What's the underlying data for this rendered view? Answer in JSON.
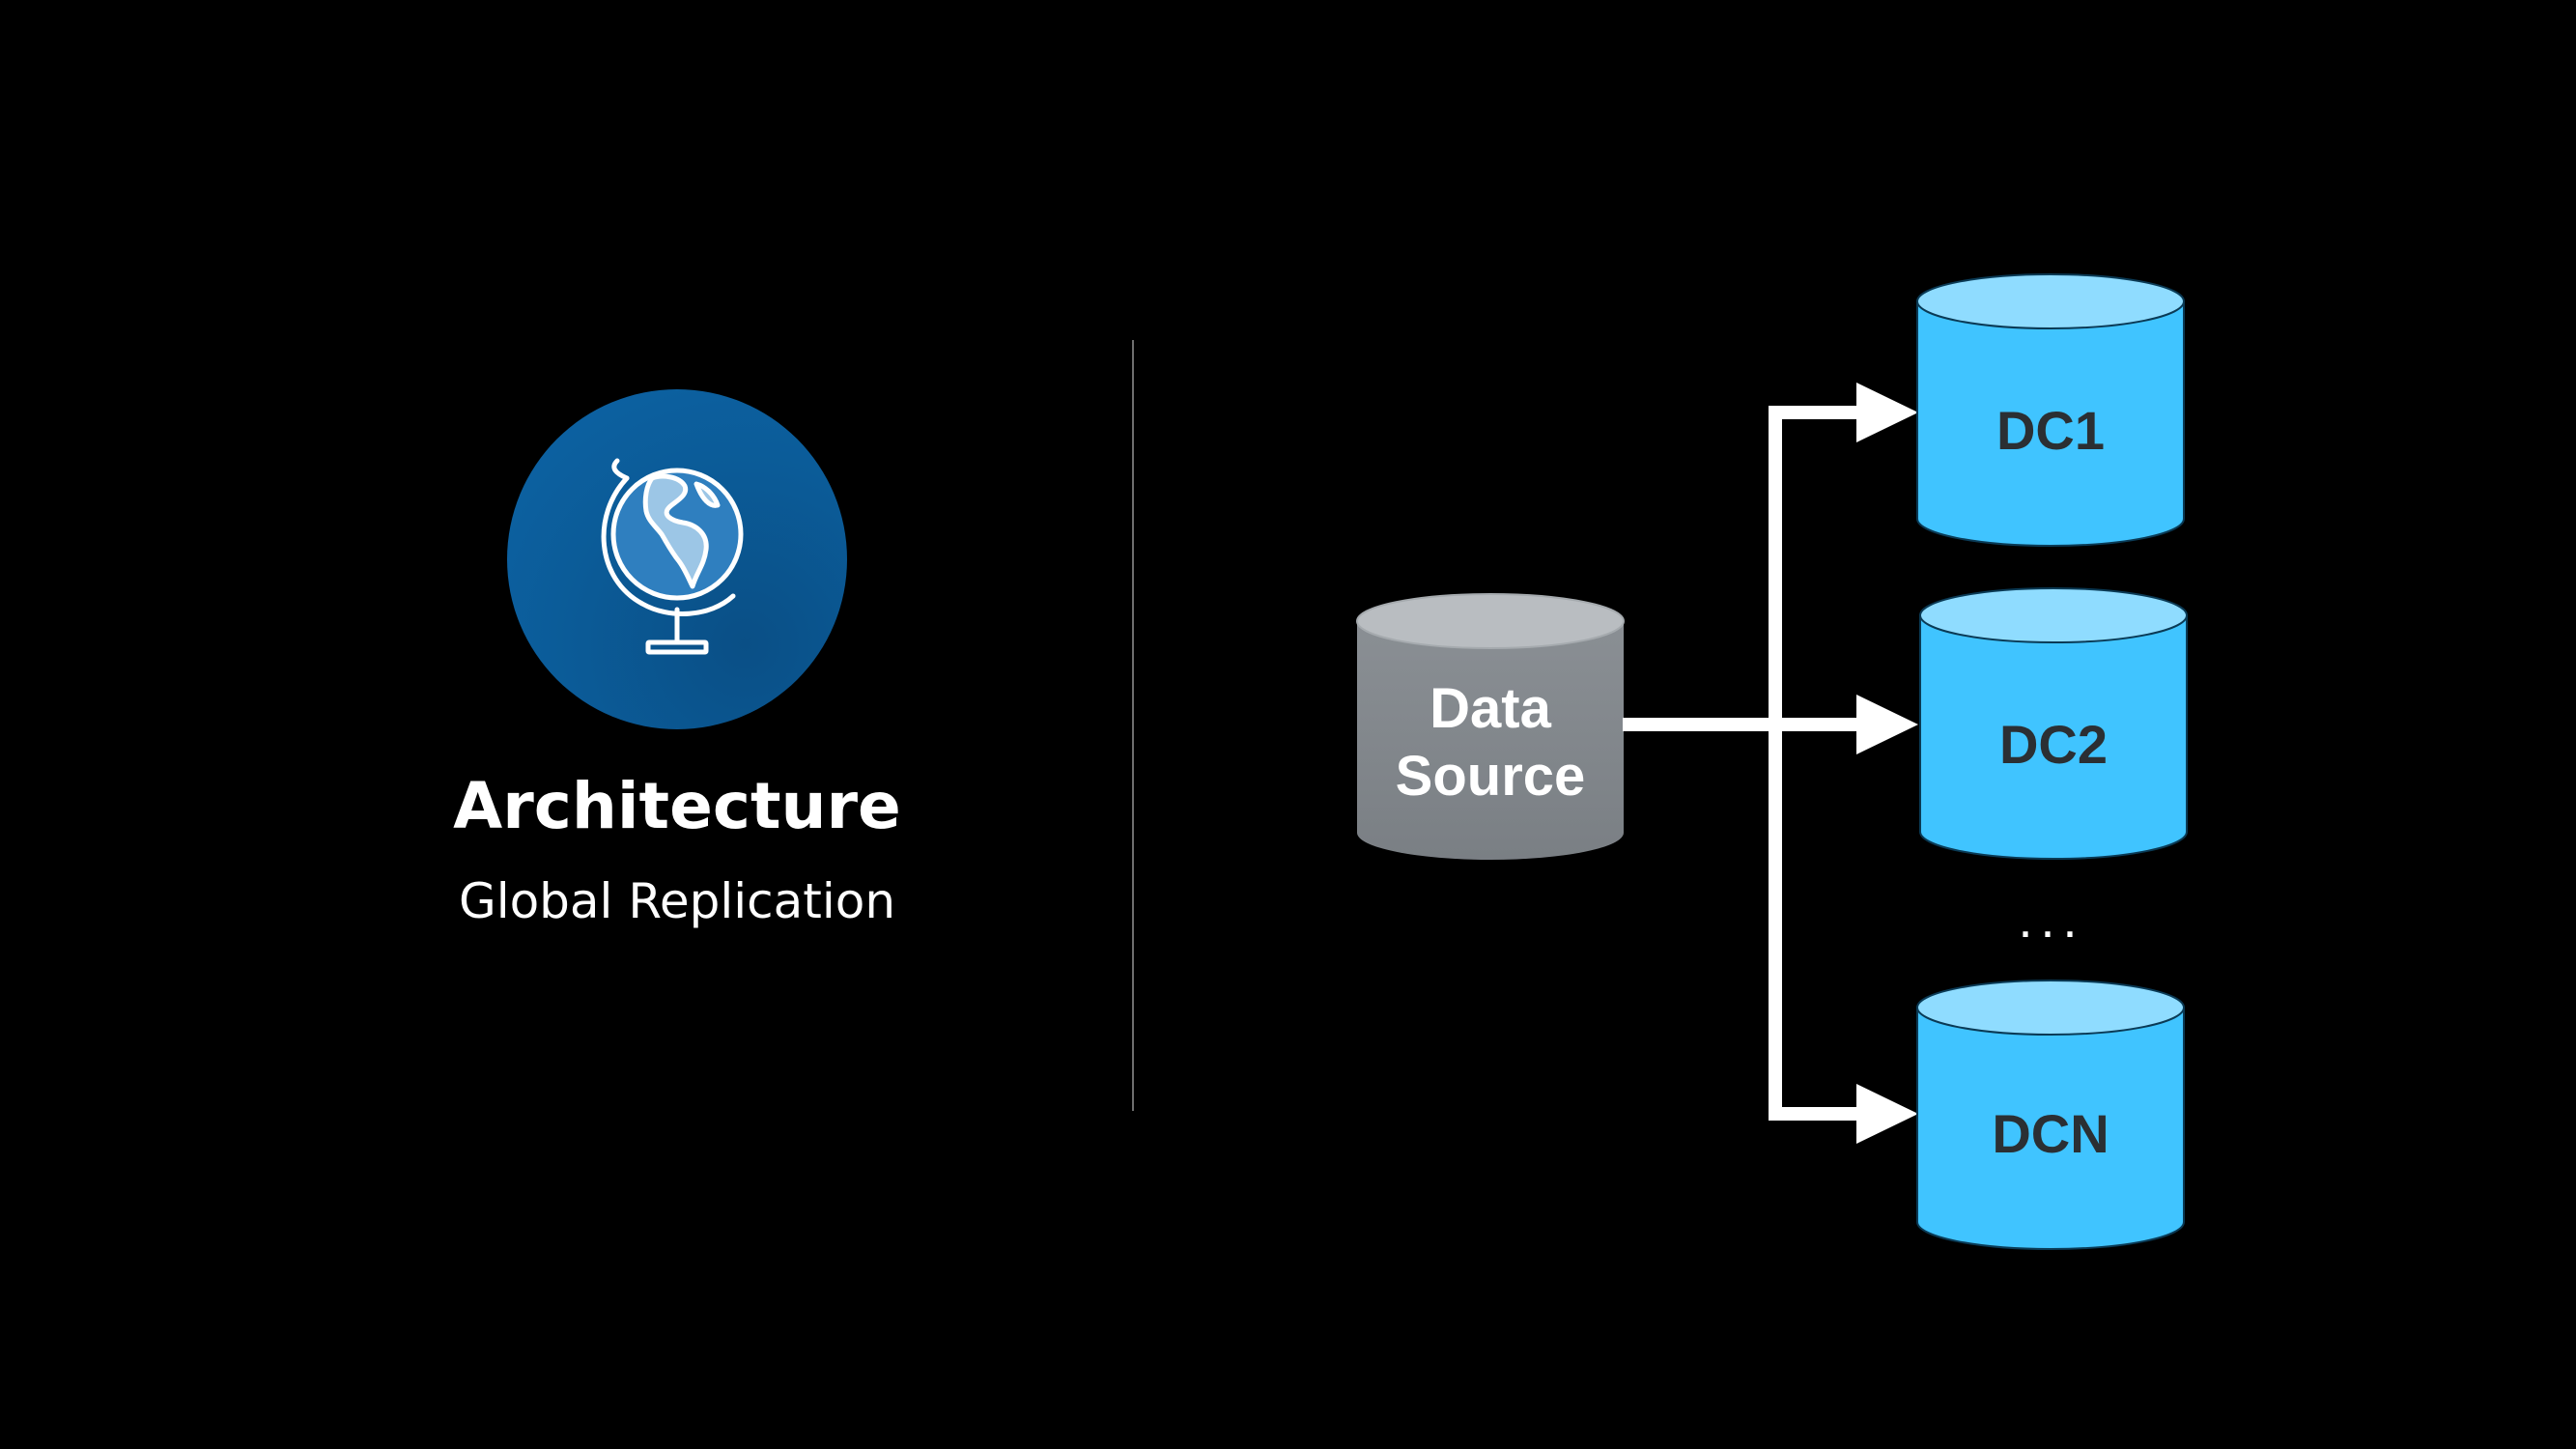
{
  "slide": {
    "title": "Architecture",
    "subtitle": "Global Replication",
    "icon": "globe-icon"
  },
  "diagram": {
    "source": {
      "label_line1": "Data",
      "label_line2": "Source",
      "color_top": "#b8bcc0",
      "color_body": "#80858a"
    },
    "targets": [
      {
        "label": "DC1"
      },
      {
        "label": "DC2"
      },
      {
        "label": "DCN"
      }
    ],
    "ellipsis": "...",
    "target_color_top": "#8fdcff",
    "target_color_body": "#40c4ff",
    "arrow_color": "#ffffff"
  },
  "colors": {
    "background": "#000000",
    "icon_circle": "#0b5c99",
    "text": "#ffffff",
    "divider": "#6e6e6e",
    "target_text": "#2b2f33",
    "source_text": "#ffffff"
  }
}
